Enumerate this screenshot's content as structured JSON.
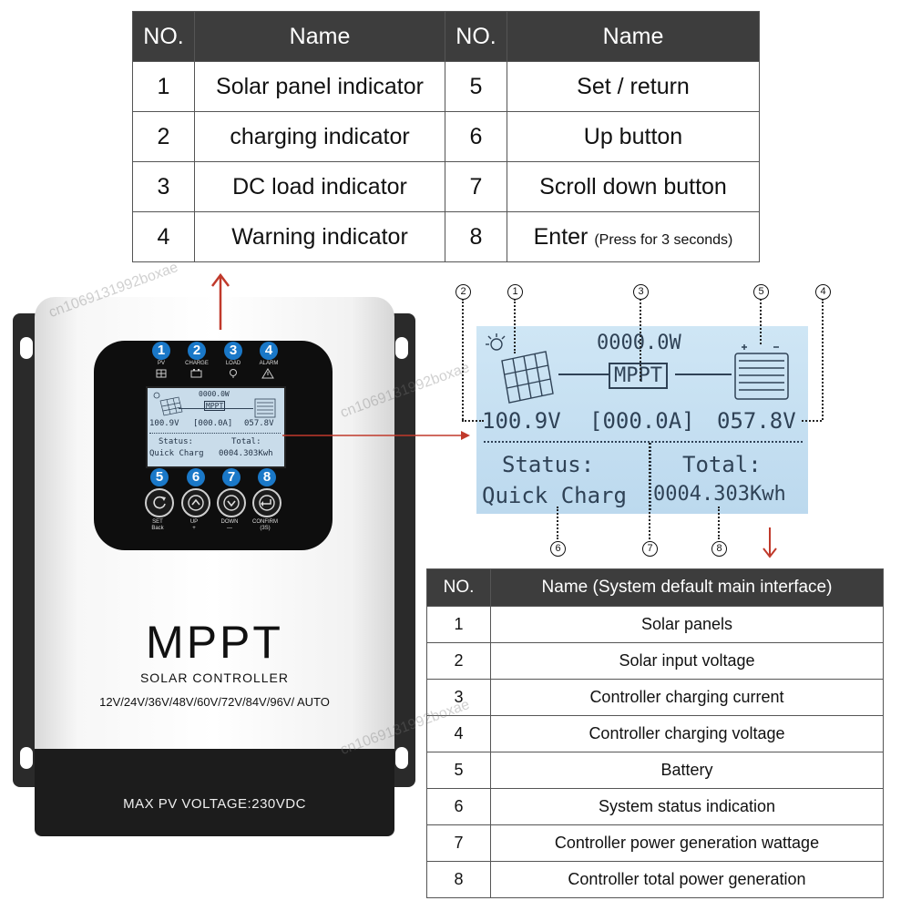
{
  "top_table": {
    "headers": [
      "NO.",
      "Name",
      "NO.",
      "Name"
    ],
    "rows": [
      {
        "n1": "1",
        "name1": "Solar panel indicator",
        "n2": "5",
        "name2": "Set / return",
        "note2": ""
      },
      {
        "n1": "2",
        "name1": "charging indicator",
        "n2": "6",
        "name2": "Up button",
        "note2": ""
      },
      {
        "n1": "3",
        "name1": "DC load indicator",
        "n2": "7",
        "name2": "Scroll down button",
        "note2": ""
      },
      {
        "n1": "4",
        "name1": "Warning indicator",
        "n2": "8",
        "name2": "Enter",
        "note2": "(Press for 3 seconds)"
      }
    ]
  },
  "device": {
    "brand": "MPPT",
    "subtitle": "SOLAR CONTROLLER",
    "voltages": "12V/24V/36V/48V/60V/72V/84V/96V/ AUTO",
    "max_pv": "MAX  PV  VOLTAGE:230VDC",
    "indicators": [
      {
        "num": "1",
        "label": "PV"
      },
      {
        "num": "2",
        "label": "CHARGE"
      },
      {
        "num": "3",
        "label": "LOAD"
      },
      {
        "num": "4",
        "label": "ALARM"
      }
    ],
    "buttons": [
      {
        "num": "5",
        "label": "SET",
        "sub": "Back"
      },
      {
        "num": "6",
        "label": "UP",
        "sub": "+"
      },
      {
        "num": "7",
        "label": "DOWN",
        "sub": "—"
      },
      {
        "num": "8",
        "label": "CONFIRM",
        "sub": "(3S)"
      }
    ]
  },
  "lcd": {
    "wattage": "0000.0W",
    "mppt": "MPPT",
    "pv_voltage": "100.9V",
    "current": "[000.0A]",
    "battery_voltage": "057.8V",
    "status_label": "Status:",
    "status_value": "Quick Charg",
    "total_label": "Total:",
    "total_value": "0004.303Kwh",
    "callouts": [
      "1",
      "2",
      "3",
      "4",
      "5",
      "6",
      "7",
      "8"
    ]
  },
  "bottom_table": {
    "headers": [
      "NO.",
      "Name  (System default main interface)"
    ],
    "rows": [
      {
        "no": "1",
        "name": "Solar panels"
      },
      {
        "no": "2",
        "name": "Solar input voltage"
      },
      {
        "no": "3",
        "name": "Controller charging current"
      },
      {
        "no": "4",
        "name": "Controller charging voltage"
      },
      {
        "no": "5",
        "name": "Battery"
      },
      {
        "no": "6",
        "name": "System status indication"
      },
      {
        "no": "7",
        "name": "Controller power generation wattage"
      },
      {
        "no": "8",
        "name": "Controller total power generation"
      }
    ]
  },
  "watermark": "cn1069131992boxae",
  "colors": {
    "accent_blue": "#1a78c8",
    "arrow_red": "#c0392b",
    "header_gray": "#3d3d3d",
    "lcd_bg": "#c9dcea"
  }
}
